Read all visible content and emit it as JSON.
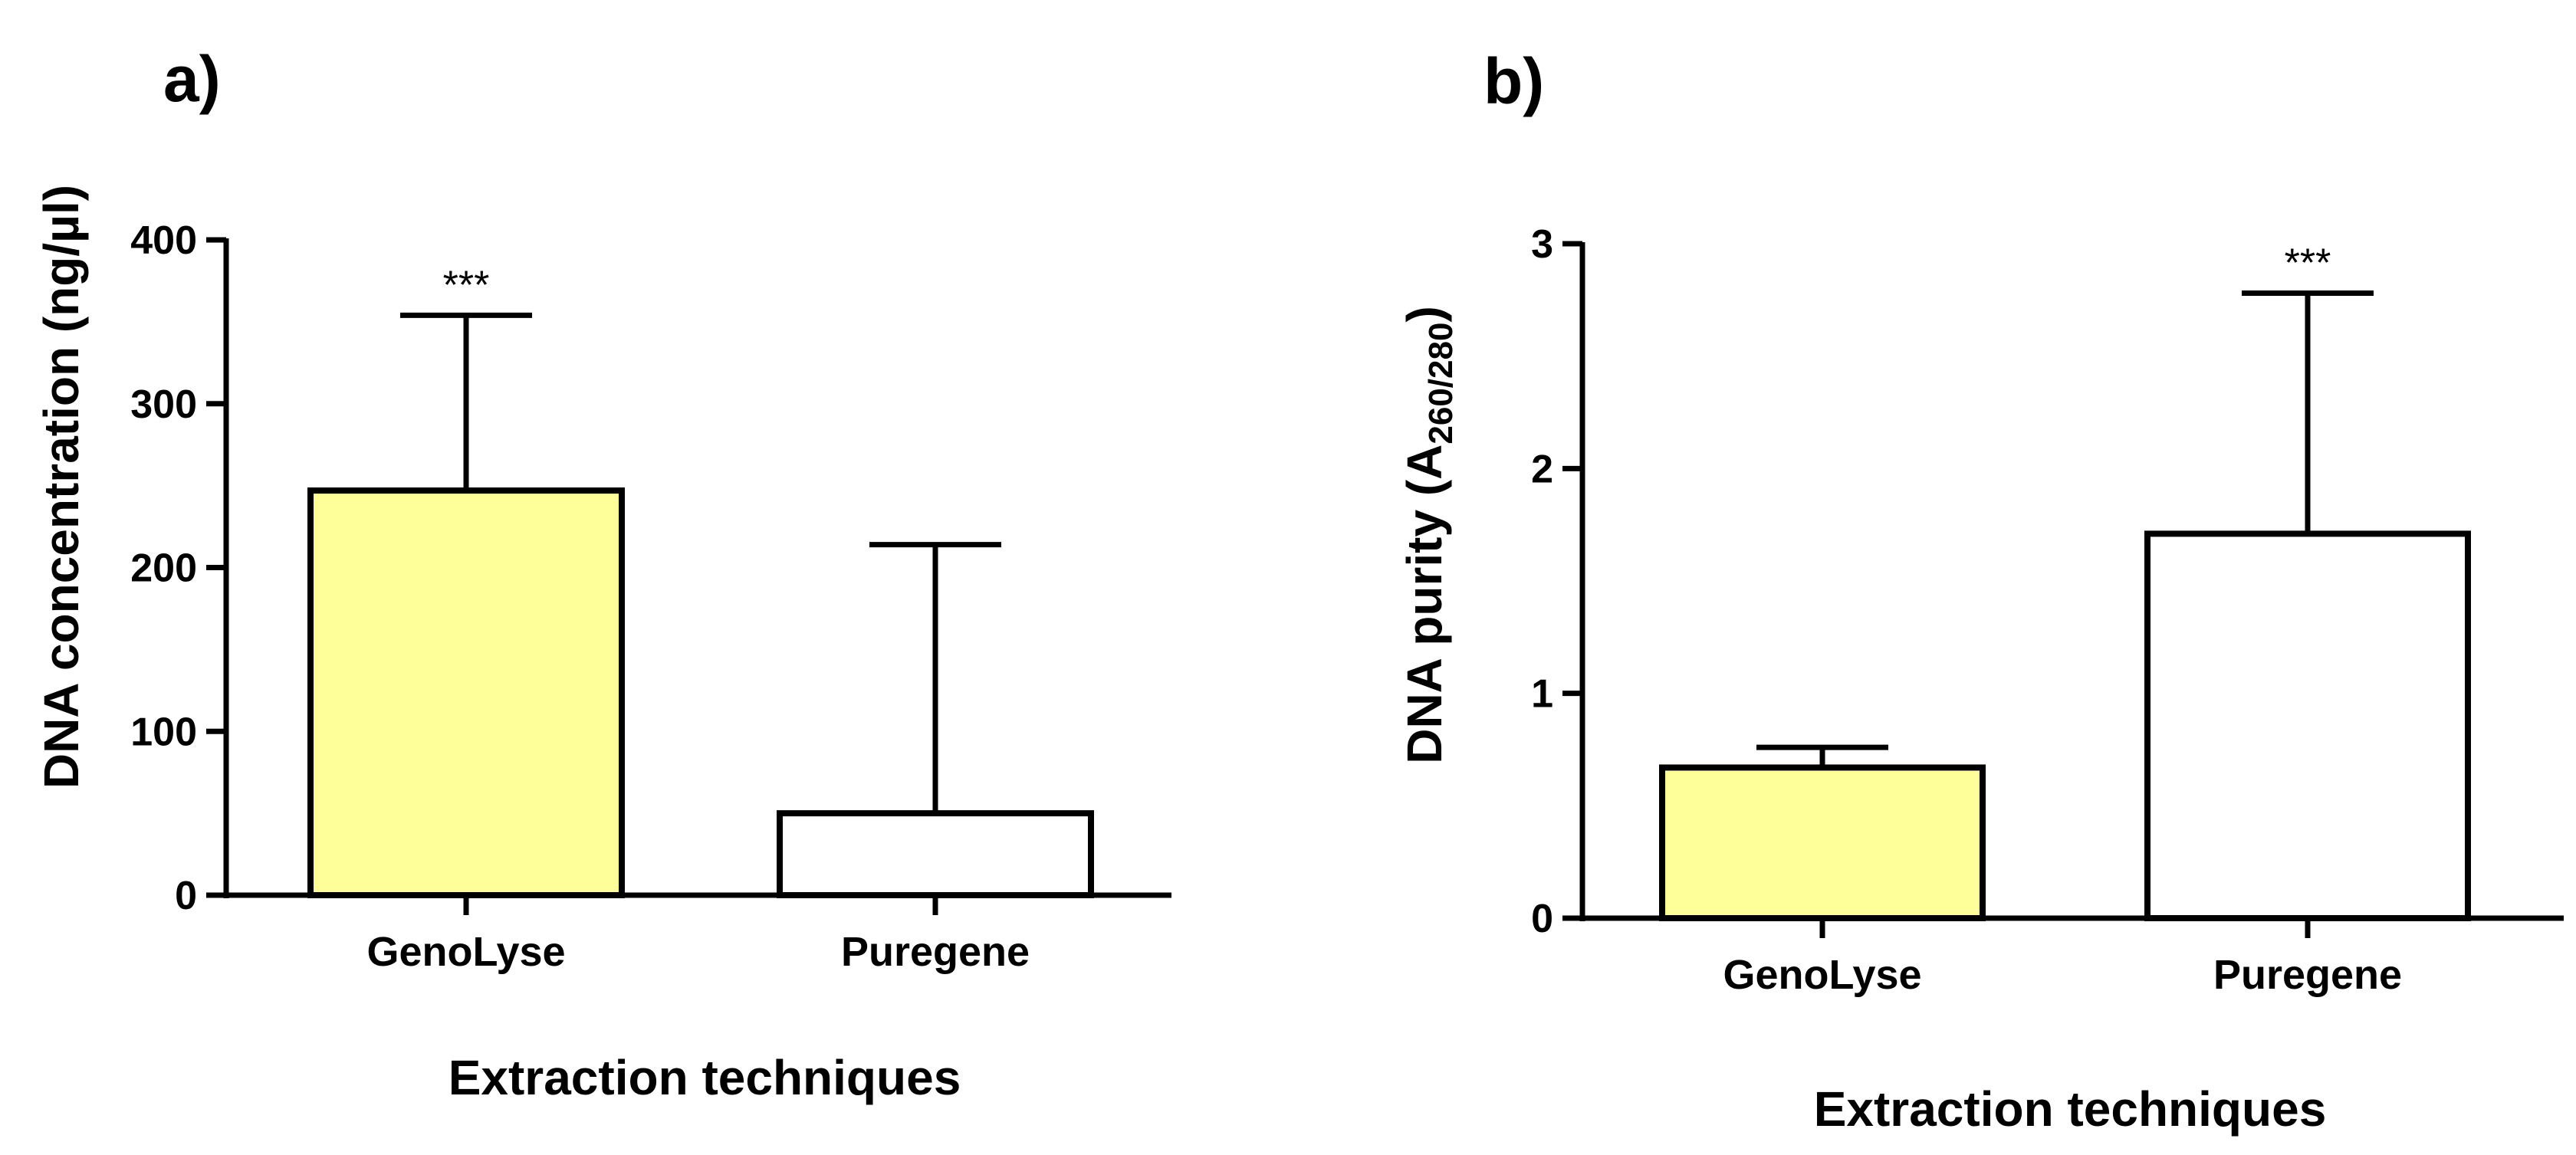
{
  "colors": {
    "highlight_bar": "#ffff99",
    "plain_bar": "#ffffff",
    "stroke": "#000000"
  },
  "chart_data": [
    {
      "type": "bar",
      "panel_label": "a)",
      "categories": [
        "GenoLyse",
        "Puregene"
      ],
      "values": [
        247,
        50
      ],
      "error_upper": [
        354,
        214
      ],
      "significance": [
        "***",
        ""
      ],
      "bar_colors": [
        "#ffff99",
        "#ffffff"
      ],
      "xlabel": "Extraction techniques",
      "ylabel": "DNA concentration (ng/µl)",
      "ylim": [
        0,
        400
      ],
      "yticks": [
        0,
        100,
        200,
        300,
        400
      ],
      "ytick_labels": [
        "0",
        "100",
        "200",
        "300",
        "400"
      ],
      "grid": false
    },
    {
      "type": "bar",
      "panel_label": "b)",
      "categories": [
        "GenoLyse",
        "Puregene"
      ],
      "values": [
        0.67,
        1.71
      ],
      "error_upper": [
        0.76,
        2.78
      ],
      "significance": [
        "",
        "***"
      ],
      "bar_colors": [
        "#ffff99",
        "#ffffff"
      ],
      "xlabel": "Extraction techniques",
      "ylabel": "DNA purity (A",
      "ylabel_subscript": "260/280",
      "ylabel_suffix": ")",
      "ylim": [
        0,
        3
      ],
      "yticks": [
        0,
        1,
        2,
        3
      ],
      "ytick_labels": [
        "0",
        "1",
        "2",
        "3"
      ],
      "grid": false
    }
  ]
}
